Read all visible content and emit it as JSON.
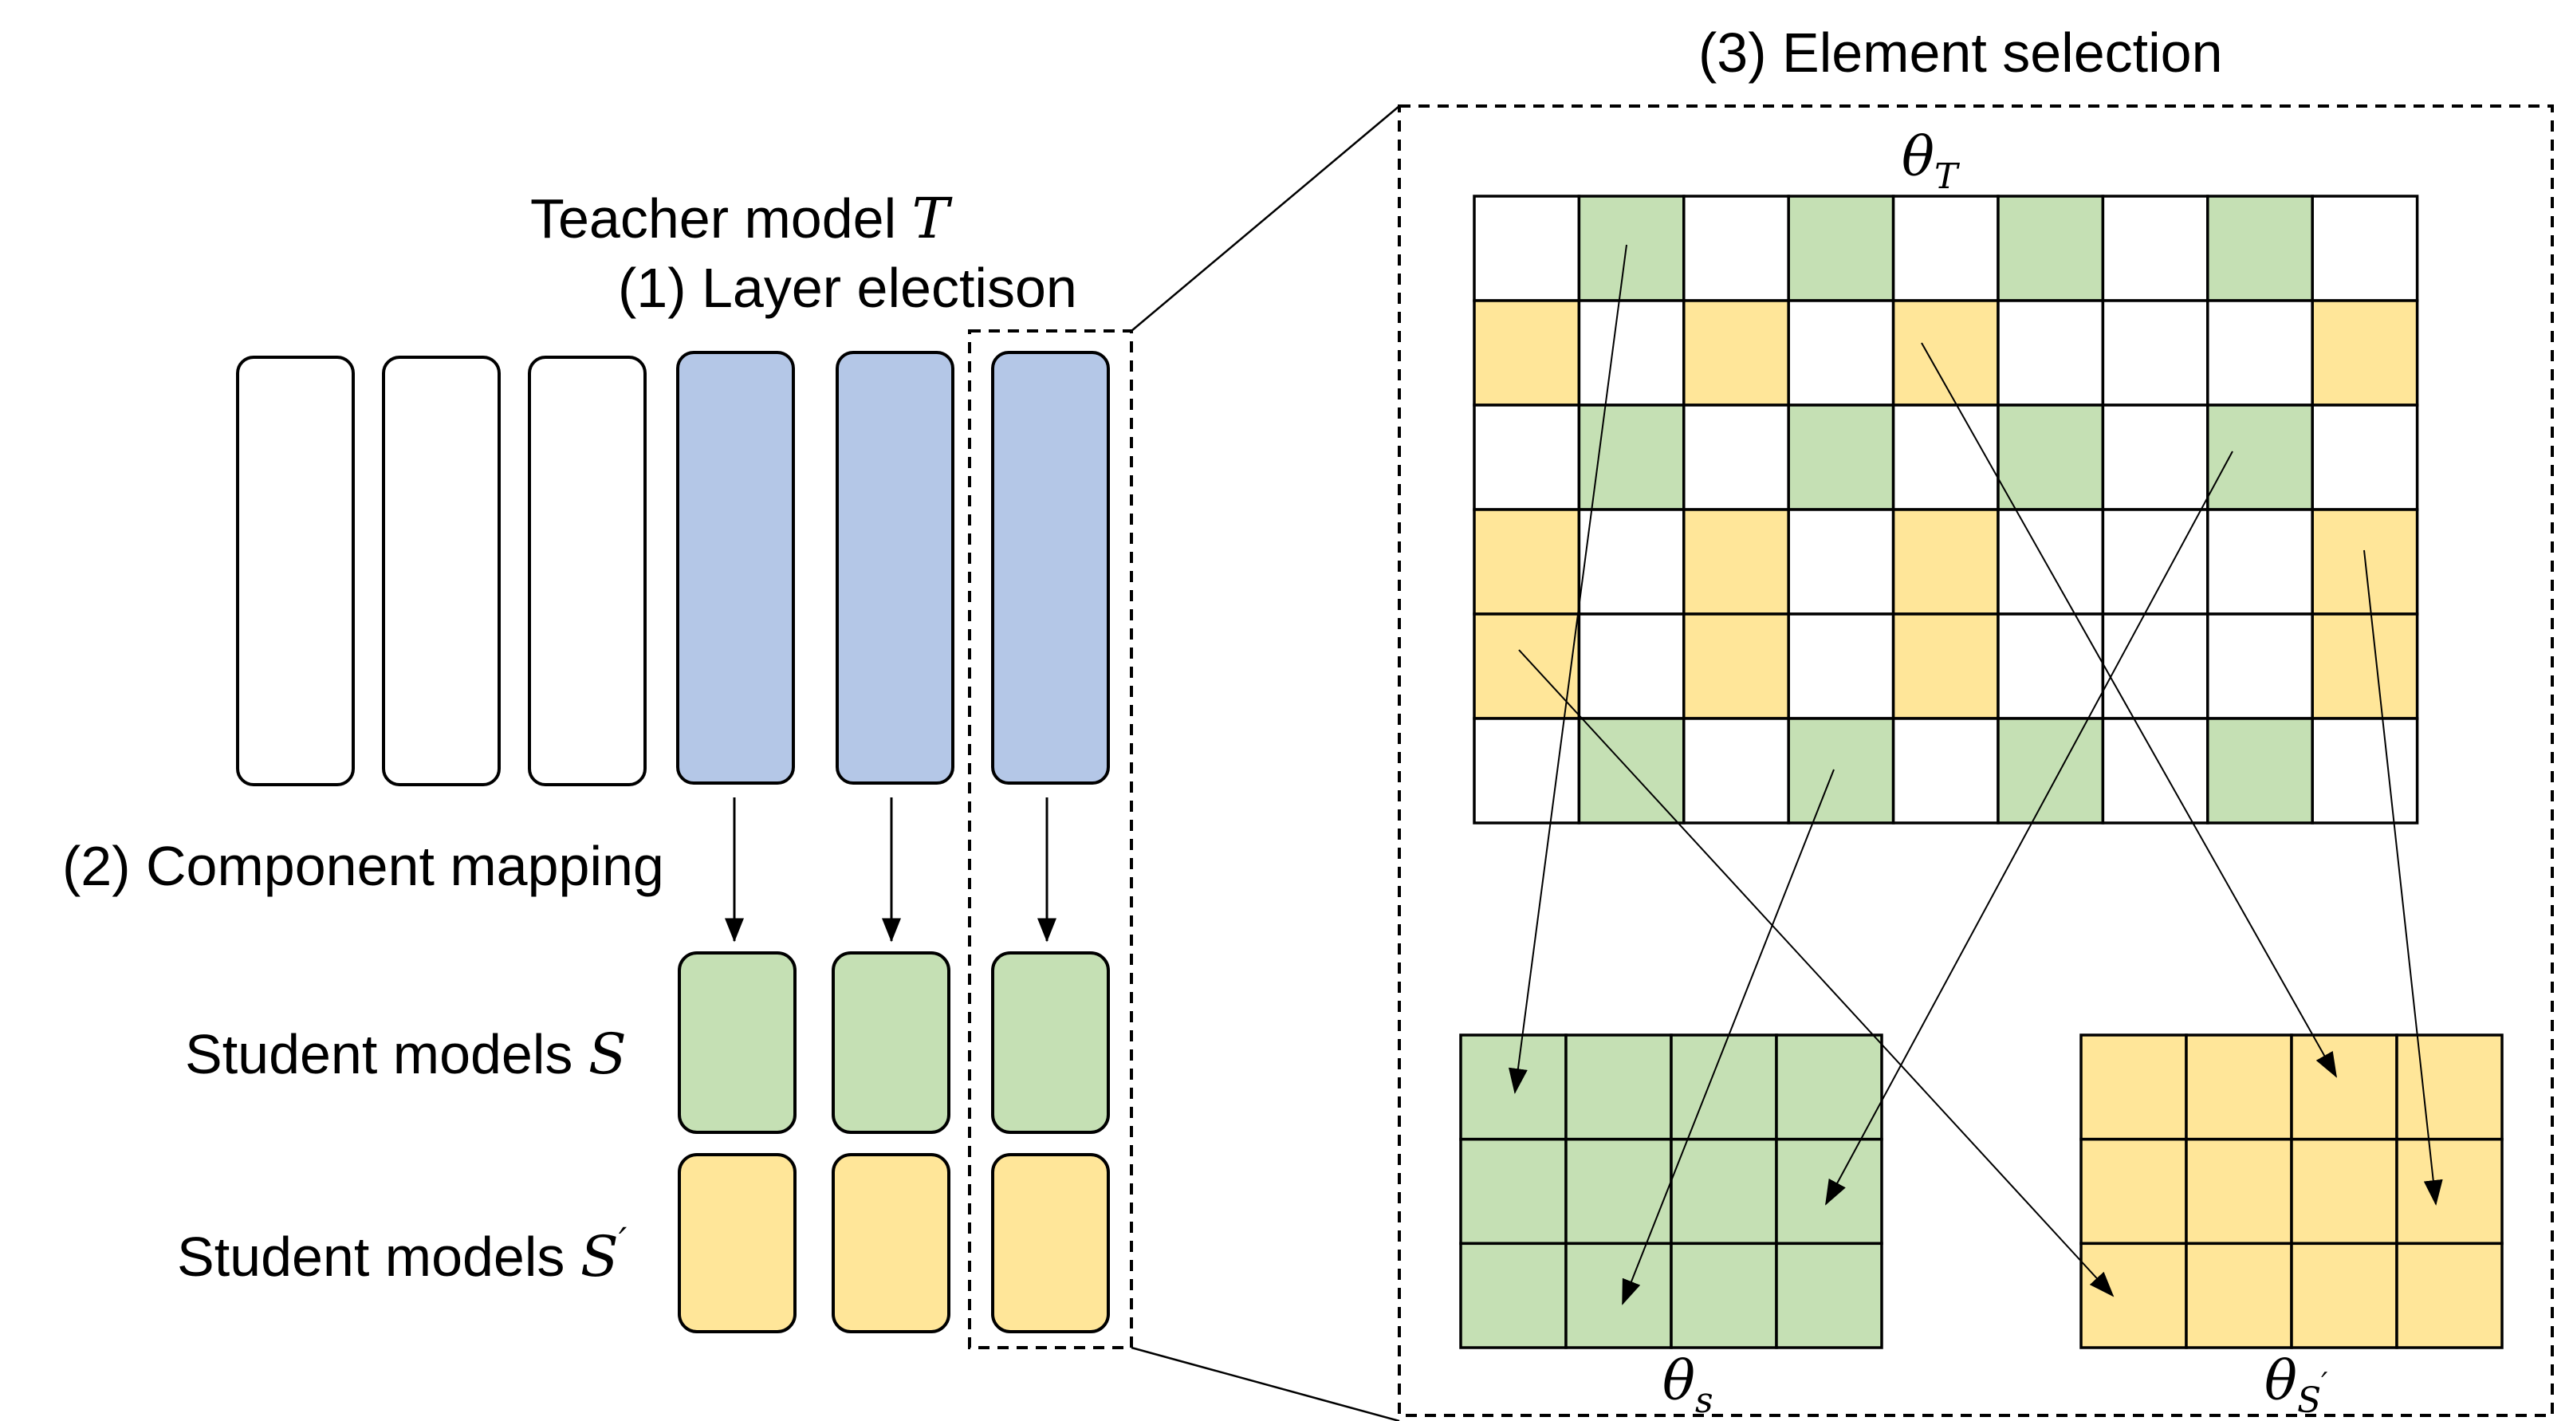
{
  "labels": {
    "teacher_text": "Teacher model ",
    "teacher_symbol": "T",
    "layer_selection": "(1) Layer electison",
    "component_mapping": "(2) Component mapping",
    "student_s_text": "Student models ",
    "student_s_symbol": "S",
    "student_s_prime_text": "Student models ",
    "student_s_prime_symbol": "S",
    "prime_mark": "′",
    "element_selection": "(3) Element selection"
  },
  "math": {
    "theta": "θ",
    "theta_T_sub": "T",
    "theta_s_sub": "s",
    "theta_sprime_sub": "S",
    "theta_sprime_mark": "′"
  },
  "colors": {
    "teacher_selected": "#b4c7e7",
    "student_s": "#c5e0b4",
    "student_s_prime": "#ffe699",
    "white": "#ffffff",
    "stroke": "#000000"
  },
  "teacher_layers": [
    "unselected",
    "unselected",
    "unselected",
    "selected",
    "selected",
    "selected"
  ],
  "teacher_grid": [
    [
      "w",
      "g",
      "w",
      "g",
      "w",
      "g",
      "w",
      "g",
      "w"
    ],
    [
      "y",
      "w",
      "y",
      "w",
      "y",
      "w",
      "w",
      "w",
      "y"
    ],
    [
      "w",
      "g",
      "w",
      "g",
      "w",
      "g",
      "w",
      "g",
      "w"
    ],
    [
      "y",
      "w",
      "y",
      "w",
      "y",
      "w",
      "w",
      "w",
      "y"
    ],
    [
      "y",
      "w",
      "y",
      "w",
      "y",
      "w",
      "w",
      "w",
      "y"
    ],
    [
      "w",
      "g",
      "w",
      "g",
      "w",
      "g",
      "w",
      "g",
      "w"
    ]
  ],
  "student_s_grid": {
    "rows": 3,
    "cols": 4,
    "color": "g"
  },
  "student_s_prime_grid": {
    "rows": 3,
    "cols": 4,
    "color": "y"
  }
}
